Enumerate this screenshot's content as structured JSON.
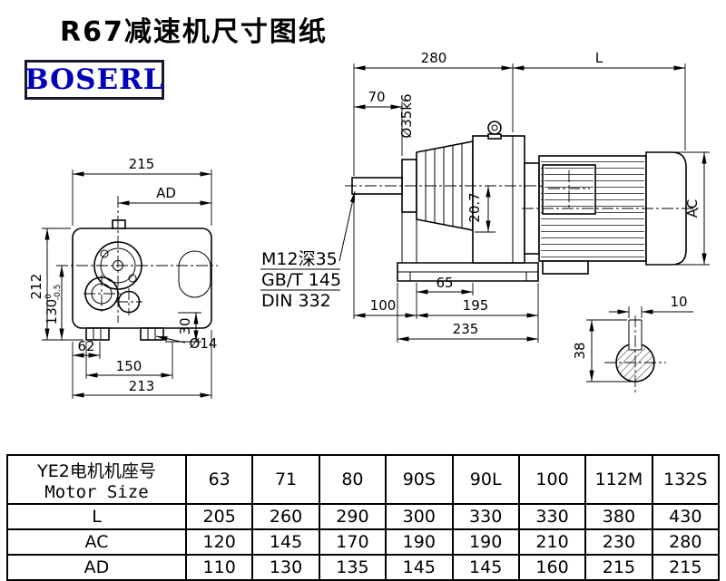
{
  "page": {
    "title": "R67减速机尺寸图纸",
    "logo": "BOSERL"
  },
  "colors": {
    "logo_text": "#0000bb",
    "logo_border": "#181830",
    "line": "#000000"
  },
  "front_view": {
    "dim_width_top": "215",
    "dim_ad": "AD",
    "dim_height": "212",
    "dim_center_height": "130",
    "dim_center_height_tol_upper": "0",
    "dim_center_height_tol_lower": "-0.5",
    "dim_foot_height": "30",
    "dim_foot_hole": "Ø14",
    "dim_62": "62",
    "dim_150": "150",
    "dim_213": "213"
  },
  "side_view": {
    "dim_280": "280",
    "dim_l": "L",
    "dim_70": "70",
    "dim_shaft": "Ø35k6",
    "dim_ac": "AC",
    "dim_20_7": "20.7",
    "note_tap": "M12深35",
    "note_gb": "GB/T 145",
    "note_din": "DIN 332",
    "dim_65": "65",
    "dim_100": "100",
    "dim_195": "195",
    "dim_235": "235"
  },
  "shaft_section": {
    "dim_key_width": "10",
    "dim_38": "38"
  },
  "table": {
    "header_cn": "YE2电机机座号",
    "header_en": "Motor Size",
    "sizes": [
      "63",
      "71",
      "80",
      "90S",
      "90L",
      "100",
      "112M",
      "132S"
    ],
    "rows": [
      {
        "label": "L",
        "values": [
          "205",
          "260",
          "290",
          "300",
          "330",
          "330",
          "380",
          "430"
        ]
      },
      {
        "label": "AC",
        "values": [
          "120",
          "145",
          "170",
          "190",
          "190",
          "210",
          "230",
          "280"
        ]
      },
      {
        "label": "AD",
        "values": [
          "110",
          "130",
          "135",
          "145",
          "145",
          "160",
          "215",
          "215"
        ]
      }
    ]
  }
}
